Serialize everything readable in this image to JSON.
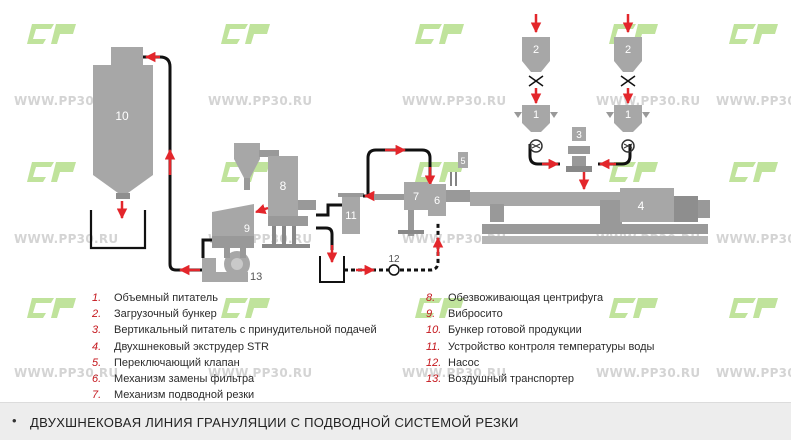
{
  "watermark": {
    "text": "WWW.PP30.RU",
    "logo_text": "СР"
  },
  "diagram": {
    "labels": {
      "hopper_10": "10",
      "sieve_9": "9",
      "transport_13": "13",
      "extruder_8": "8",
      "temp_11": "11",
      "centrifuge_6": "6",
      "filter_7": "7",
      "valve_5": "5",
      "pump_12": "12",
      "extruder_4": "4",
      "feeder_3": "3",
      "bunker_2a": "2",
      "bunker_2b": "2",
      "feeder_1a": "1",
      "feeder_1b": "1"
    }
  },
  "legend": {
    "left": [
      {
        "num": "1.",
        "text": "Объемный питатель"
      },
      {
        "num": "2.",
        "text": "Загрузочный бункер"
      },
      {
        "num": "3.",
        "text": "Вертикальный питатель с принудительной подачей"
      },
      {
        "num": "4.",
        "text": "Двухшнековый экструдер STR"
      },
      {
        "num": "5.",
        "text": "Переключающий клапан"
      },
      {
        "num": "6.",
        "text": "Механизм замены фильтра"
      },
      {
        "num": "7.",
        "text": "Механизм подводной резки"
      }
    ],
    "right": [
      {
        "num": "8.",
        "text": "Обезвоживающая центрифуга"
      },
      {
        "num": "9.",
        "text": "Вибросито"
      },
      {
        "num": "10.",
        "text": "Бункер готовой продукции"
      },
      {
        "num": "11.",
        "text": "Устройство контроля температуры воды"
      },
      {
        "num": "12.",
        "text": "Насос"
      },
      {
        "num": "13.",
        "text": "Воздушный транспортер"
      }
    ]
  },
  "footer": {
    "bullet": "•",
    "caption": "ДВУХШНЕКОВАЯ ЛИНИЯ ГРАНУЛЯЦИИ С ПОДВОДНОЙ СИСТЕМОЙ РЕЗКИ"
  },
  "colors": {
    "machine": "#a7a7a7",
    "machine_dark": "#7d7d7d",
    "pipe": "#111111",
    "arrow": "#e3262b",
    "logo": "#8ccc4a",
    "watermark": "#d4d4d4",
    "footer_bg": "#ededed"
  }
}
